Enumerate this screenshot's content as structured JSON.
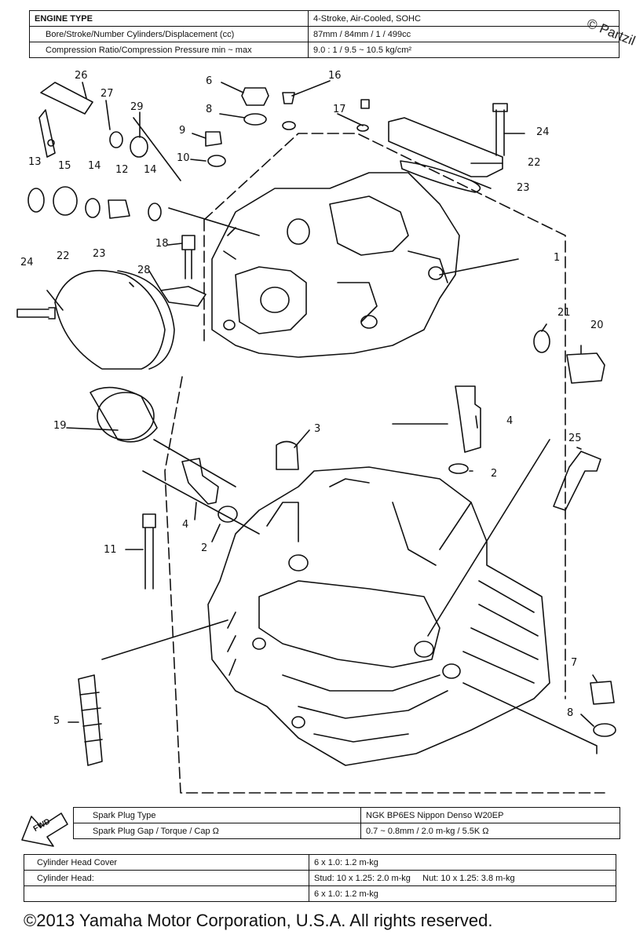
{
  "watermark": "© Partzil",
  "engine_table": {
    "rows": [
      {
        "label": "ENGINE TYPE",
        "value": "4-Stroke, Air-Cooled, SOHC"
      },
      {
        "label": "Bore/Stroke/Number Cylinders/Displacement (cc)",
        "value": "87mm / 84mm / 1 / 499cc"
      },
      {
        "label": "Compression Ratio/Compression Pressure min ~ max",
        "value": "9.0 : 1 / 9.5 ~ 10.5 kg/cm²"
      }
    ]
  },
  "callouts": [
    {
      "id": "c26",
      "text": "26"
    },
    {
      "id": "c27",
      "text": "27"
    },
    {
      "id": "c29",
      "text": "29"
    },
    {
      "id": "c6",
      "text": "6"
    },
    {
      "id": "c8a",
      "text": "8"
    },
    {
      "id": "c9",
      "text": "9"
    },
    {
      "id": "c10",
      "text": "10"
    },
    {
      "id": "c16",
      "text": "16"
    },
    {
      "id": "c17",
      "text": "17"
    },
    {
      "id": "c24a",
      "text": "24"
    },
    {
      "id": "c22a",
      "text": "22"
    },
    {
      "id": "c23a",
      "text": "23"
    },
    {
      "id": "c13",
      "text": "13"
    },
    {
      "id": "c15",
      "text": "15"
    },
    {
      "id": "c14a",
      "text": "14"
    },
    {
      "id": "c12",
      "text": "12"
    },
    {
      "id": "c14b",
      "text": "14"
    },
    {
      "id": "c18",
      "text": "18"
    },
    {
      "id": "c1",
      "text": "1"
    },
    {
      "id": "c24b",
      "text": "24"
    },
    {
      "id": "c22b",
      "text": "22"
    },
    {
      "id": "c23b",
      "text": "23"
    },
    {
      "id": "c28",
      "text": "28"
    },
    {
      "id": "c21",
      "text": "21"
    },
    {
      "id": "c20",
      "text": "20"
    },
    {
      "id": "c19",
      "text": "19"
    },
    {
      "id": "c3",
      "text": "3"
    },
    {
      "id": "c4a",
      "text": "4"
    },
    {
      "id": "c2a",
      "text": "2"
    },
    {
      "id": "c25",
      "text": "25"
    },
    {
      "id": "c4b",
      "text": "4"
    },
    {
      "id": "c2b",
      "text": "2"
    },
    {
      "id": "c11",
      "text": "11"
    },
    {
      "id": "c7",
      "text": "7"
    },
    {
      "id": "c8b",
      "text": "8"
    },
    {
      "id": "c5",
      "text": "5"
    }
  ],
  "fwd_label": "FWD",
  "spark_table": {
    "rows": [
      {
        "label": "Spark Plug Type",
        "value": "NGK BP6ES Nippon Denso W20EP"
      },
      {
        "label": "Spark Plug Gap / Torque / Cap Ω",
        "value": "0.7 ~ 0.8mm / 2.0 m-kg / 5.5K Ω"
      }
    ]
  },
  "torque_table": {
    "rows": [
      {
        "label": "Cylinder Head Cover",
        "value": "6 x 1.0: 1.2 m-kg"
      },
      {
        "label": "Cylinder Head:",
        "value": "Stud: 10 x 1.25: 2.0 m-kg     Nut: 10 x 1.25: 3.8 m-kg"
      },
      {
        "label": "",
        "value": "6 x 1.0: 1.2 m-kg"
      }
    ]
  },
  "copyright": "©2013 Yamaha Motor Corporation, U.S.A. All rights reserved."
}
